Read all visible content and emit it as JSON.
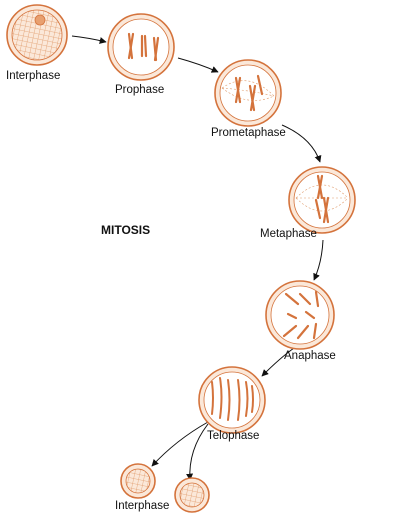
{
  "title": "MITOSIS",
  "stages": {
    "interphase_start": "Interphase",
    "prophase": "Prophase",
    "prometaphase": "Prometaphase",
    "metaphase": "Metaphase",
    "anaphase": "Anaphase",
    "telophase": "Telophase",
    "interphase_end": "Interphase"
  },
  "colors": {
    "outline": "#d4733c",
    "fill": "#fbe8d9",
    "detail": "#e09a6a",
    "arrow": "#111111"
  }
}
